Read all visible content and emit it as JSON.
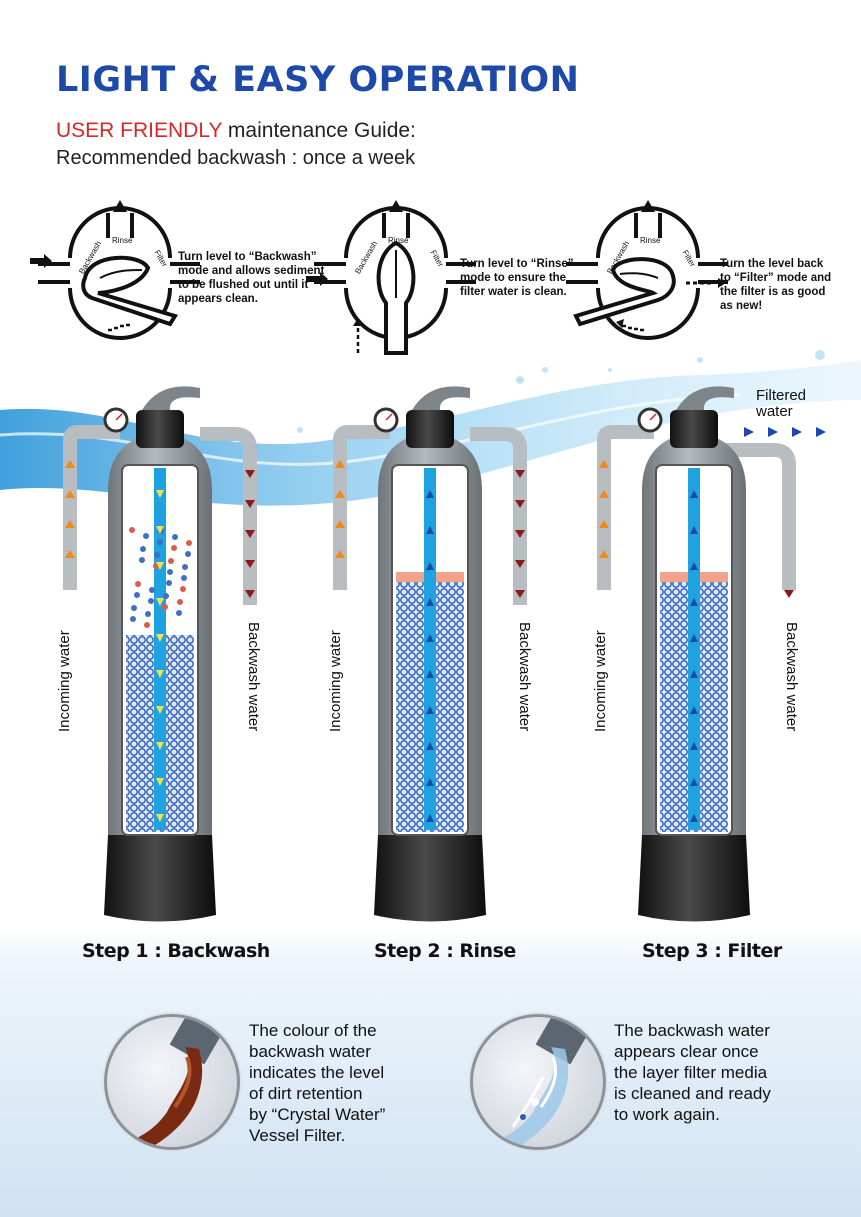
{
  "title": "LIGHT & EASY OPERATION",
  "subtitle": {
    "highlight": "USER FRIENDLY",
    "rest": " maintenance Guide:",
    "line2": "Recommended backwash : once a week"
  },
  "valve_labels": {
    "backwash": "Backwash",
    "rinse": "Rinse",
    "filter": "Filter"
  },
  "instructions": [
    {
      "line1": "Turn level to “Backwash”",
      "line2": "mode and allows sediment",
      "line3": "to be flushed out until it",
      "line4": "appears clean."
    },
    {
      "line1": "Turn level to “Rinse”",
      "line2": "mode to ensure the",
      "line3": "filter water is clean.",
      "line4": ""
    },
    {
      "line1": "Turn the level back",
      "line2": "to “Filter” mode and",
      "line3": "the filter is as good",
      "line4": "as new!"
    }
  ],
  "tanks": {
    "incoming_label": "Incoming water",
    "backwash_label": "Backwash water",
    "filtered_label_line1": "Filtered",
    "filtered_label_line2": "water"
  },
  "steps": [
    "Step 1 : Backwash",
    "Step 2 : Rinse",
    "Step 3 : Filter"
  ],
  "notes": [
    {
      "l1": "The colour of the",
      "l2": "backwash water",
      "l3": "indicates the level",
      "l4": "of dirt retention",
      "l5": "by “Crystal Water”",
      "l6": "Vessel Filter."
    },
    {
      "l1": "The backwash water",
      "l2": "appears clear once",
      "l3": "the layer filter media",
      "l4": "is cleaned and ready",
      "l5": "to work again.",
      "l6": ""
    }
  ],
  "colors": {
    "title": "#1d4aa8",
    "highlight": "#d62828",
    "water": "#1fa2e0",
    "incoming_arrow": "#f08a1c",
    "backwash_arrow": "#8b1a1a",
    "filtered_arrow": "#1d4aa8",
    "tank_body": "#8f969b"
  }
}
